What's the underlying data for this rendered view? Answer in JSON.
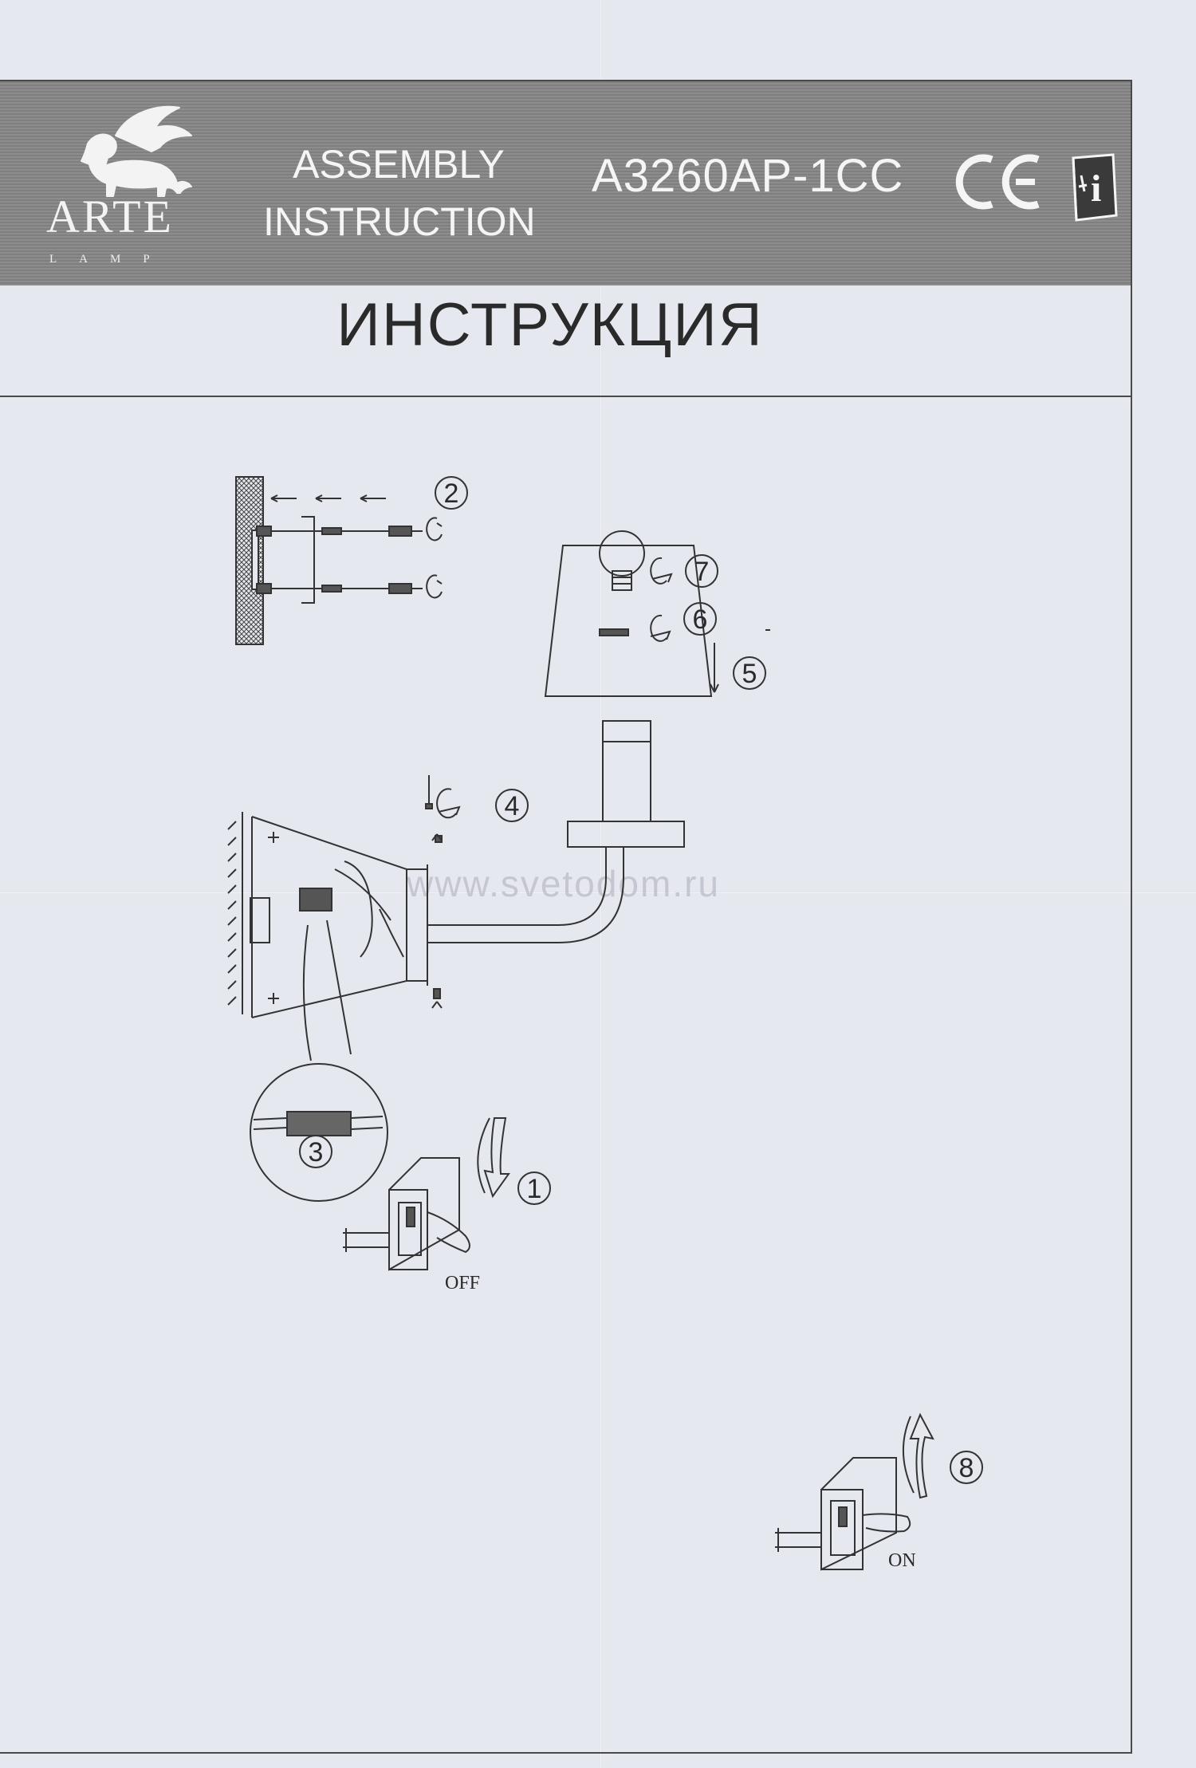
{
  "header": {
    "brand": "ARTE",
    "brand_sub": "LAMP",
    "assembly_line1": "ASSEMBLY",
    "assembly_line2": "INSTRUCTION",
    "model": "A3260AP-1CC",
    "ce_mark": "CE",
    "info_icon": "manual-book-icon"
  },
  "title": "ИНСТРУКЦИЯ",
  "steps": [
    "1",
    "2",
    "3",
    "4",
    "5",
    "6",
    "7",
    "8"
  ],
  "switch_labels": {
    "off": "OFF",
    "on": "ON"
  },
  "watermark": "www.svetodom.ru"
}
